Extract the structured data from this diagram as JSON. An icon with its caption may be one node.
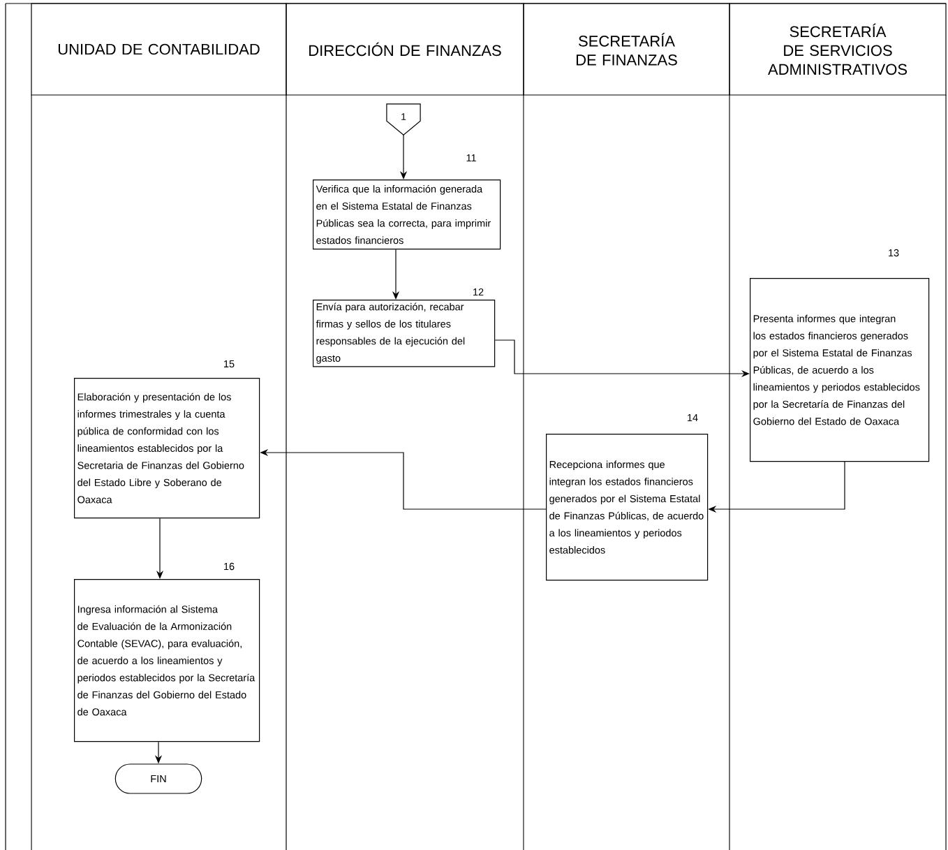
{
  "diagram": {
    "nodes": [
      {
        "text": [
          "UNIDAD DE CONTABILIDAD"
        ]
      },
      {
        "text": [
          "DIRECCIÓN DE FINANZAS"
        ]
      },
      {
        "text": [
          "SECRETARÍA DE FINANZAS"
        ]
      },
      {
        "text": [
          "SECRETARÍA DE SERVICIOS ADMINISTRATIVOS"
        ]
      },
      {
        "text": [
          "1"
        ]
      },
      {
        "text": [
          "Verifica que la información generada en el Sistema Estatal de Finanzas Públicas sea la correcta, para imprimir estados financieros"
        ],
        "beside": [
          "11"
        ]
      },
      {
        "text": [
          "Envía para autorización, recabar firmas y sellos de los titulares responsables de la ejecución del gasto"
        ],
        "beside": [
          "12"
        ]
      },
      {
        "text": [
          "Presenta informes que integran los estados financieros generados por el Sistema Estatal de Finanzas Públicas, de acuerdo a los lineamientos y periodos establecidos por la Secretaría de Finanzas del Gobierno del Estado de Oaxaca"
        ],
        "beside": [
          "13"
        ]
      },
      {
        "text": [
          "Recepciona informes que integran los estados financieros generados por el Sistema Estatal de Finanzas Públicas, de acuerdo a los lineamientos y periodos establecidos"
        ],
        "beside": [
          "14"
        ]
      },
      {
        "text": [
          "Elaboración y presentación de los informes trimestrales y la cuenta pública de conformidad con los lineamientos establecidos por la Secretaria de Finanzas del Gobierno del Estado Libre y Soberano de Oaxaca"
        ],
        "beside": [
          "15"
        ]
      },
      {
        "text": [
          "Ingresa información al Sistema de Evaluación de la Armonización Contable (SEVAC), para evaluación, de acuerdo a los lineamientos y periodos establecidos por la Secretaría de Finanzas del Gobierno del Estado de Oaxaca"
        ],
        "beside": [
          "16"
        ]
      },
      {
        "text": [
          "FIN"
        ]
      }
    ],
    "edges": [
      {
        "from": 4,
        "to": 5,
        "arrow": "to"
      },
      {
        "from": 5,
        "to": 6,
        "arrow": "to"
      },
      {
        "from": 6,
        "to": 7,
        "arrow": "to"
      },
      {
        "from": 7,
        "to": 8,
        "arrow": "to"
      },
      {
        "from": 8,
        "to": 9,
        "arrow": "to"
      },
      {
        "from": 9,
        "to": 10,
        "arrow": "to"
      },
      {
        "from": 10,
        "to": 11,
        "arrow": "to"
      }
    ]
  }
}
